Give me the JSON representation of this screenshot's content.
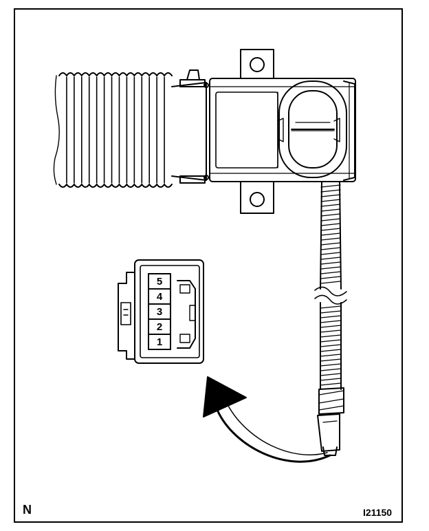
{
  "figure": {
    "corner_letter": "N",
    "figure_code": "I21150"
  },
  "connector": {
    "pins": [
      "5",
      "4",
      "3",
      "2",
      "1"
    ]
  },
  "colors": {
    "line": "#000000",
    "background": "#ffffff"
  }
}
